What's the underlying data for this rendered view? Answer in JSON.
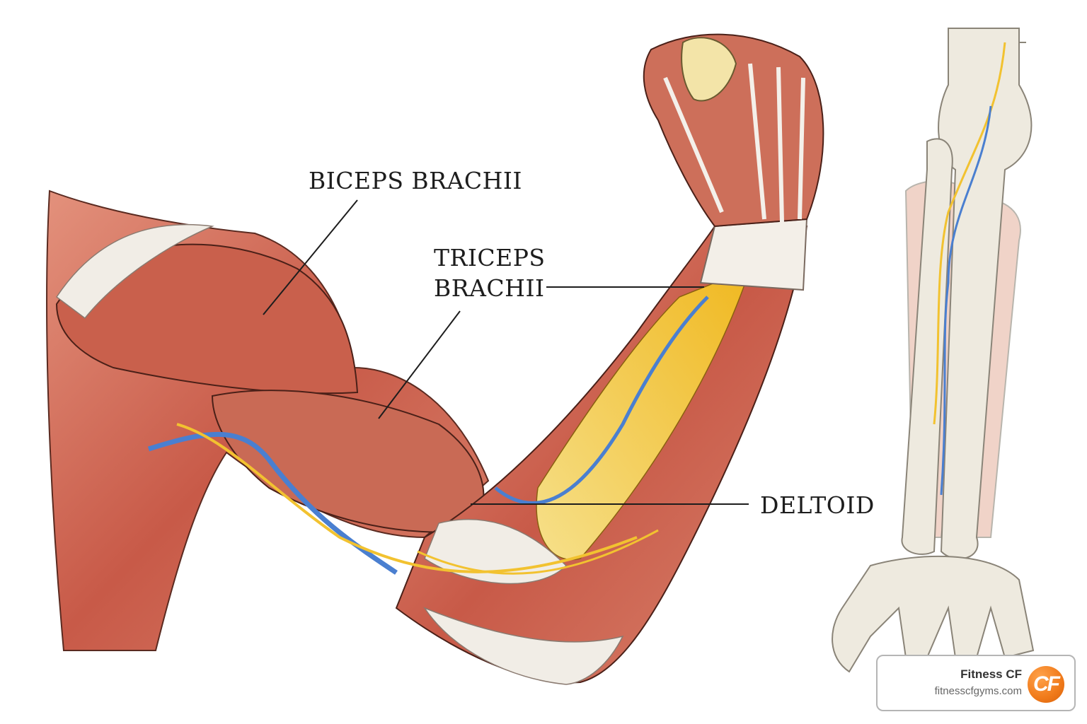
{
  "labels": {
    "biceps": "BICEPS BRACHII",
    "triceps_line1": "TRICEPS",
    "triceps_line2": "BRACHII",
    "deltoid": "DELTOID"
  },
  "badge": {
    "name": "Fitness CF",
    "url": "fitnesscfgyms.com",
    "logo_text": "CF"
  },
  "colors": {
    "muscle": "#c8604f",
    "muscle_light": "#e8a08c",
    "tendon": "#f1ede6",
    "nerve": "#f2c230",
    "vein": "#4a7fd0",
    "bone": "#eeeadf",
    "logo": "#f07a1a"
  }
}
